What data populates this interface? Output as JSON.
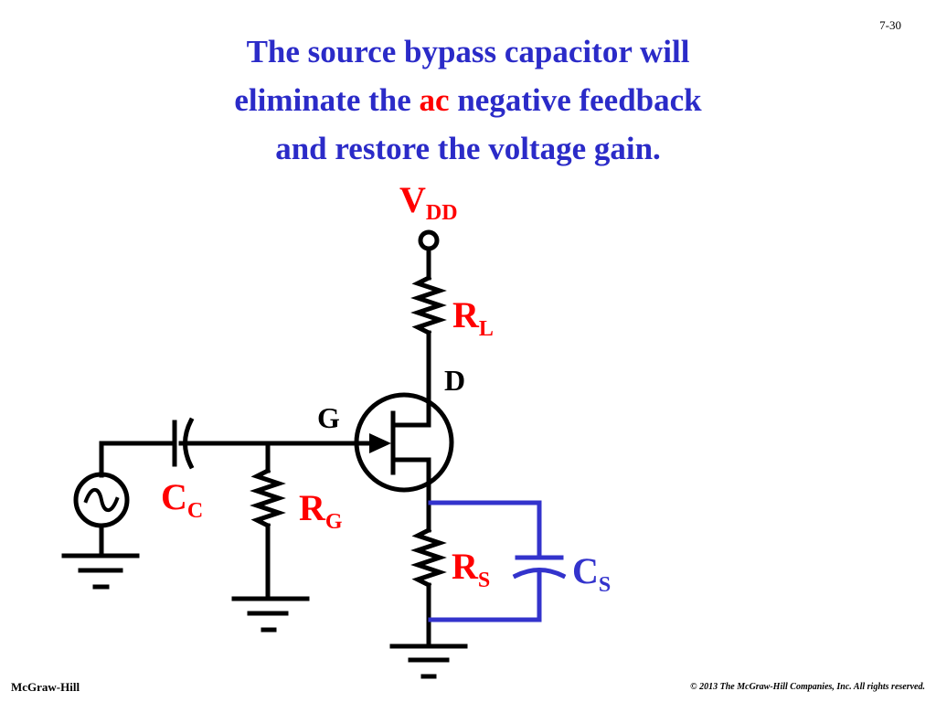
{
  "slide_number": "7-30",
  "title": {
    "line1": "The source bypass capacitor will",
    "line2_before": "eliminate the ",
    "line2_accent": "ac",
    "line2_after": " negative feedback",
    "line3": "and restore the voltage gain."
  },
  "labels": {
    "vdd_main": "V",
    "vdd_sub": "DD",
    "rl_main": "R",
    "rl_sub": "L",
    "drain": "D",
    "gate": "G",
    "cc_main": "C",
    "cc_sub": "C",
    "rg_main": "R",
    "rg_sub": "G",
    "rs_main": "R",
    "rs_sub": "S",
    "cs_main": "C",
    "cs_sub": "S"
  },
  "footer": {
    "publisher": "McGraw-Hill",
    "copyright": "© 2013 The McGraw-Hill Companies, Inc. All rights reserved."
  },
  "colors": {
    "title": "#2b2bc8",
    "accent_red": "#ff0000",
    "wire": "#000000",
    "bypass_blue": "#3333cc"
  }
}
